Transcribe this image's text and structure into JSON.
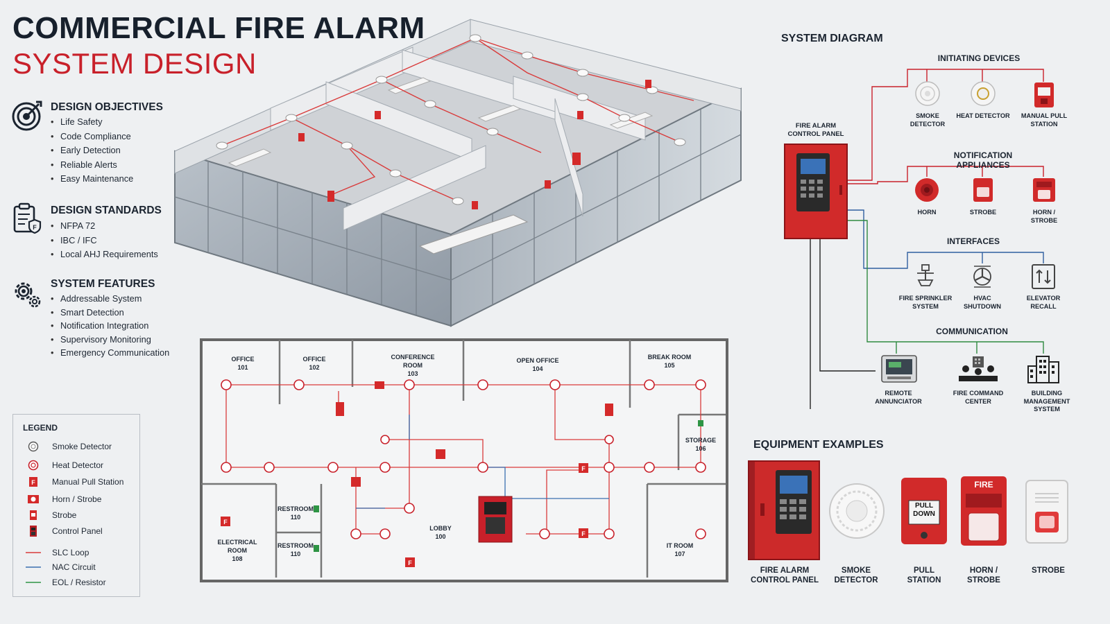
{
  "header": {
    "title_line1": "COMMERCIAL FIRE ALARM",
    "title_line2": "SYSTEM DESIGN"
  },
  "sections": [
    {
      "heading": "DESIGN OBJECTIVES",
      "icon": "target-icon",
      "items": [
        "Life Safety",
        "Code Compliance",
        "Early Detection",
        "Reliable Alerts",
        "Easy Maintenance"
      ]
    },
    {
      "heading": "DESIGN STANDARDS",
      "icon": "clipboard-icon",
      "items": [
        "NFPA 72",
        "IBC / IFC",
        "Local AHJ Requirements"
      ]
    },
    {
      "heading": "SYSTEM FEATURES",
      "icon": "gears-icon",
      "items": [
        "Addressable System",
        "Smart Detection",
        "Notification Integration",
        "Supervisory Monitoring",
        "Emergency Communication"
      ]
    }
  ],
  "legend": {
    "heading": "LEGEND",
    "items": [
      {
        "label": "Smoke Detector",
        "icon": "smoke-detector-icon"
      },
      {
        "label": "Heat Detector",
        "icon": "heat-detector-icon"
      },
      {
        "label": "Manual Pull Station",
        "icon": "pull-station-icon"
      },
      {
        "label": "Horn / Strobe",
        "icon": "horn-strobe-icon"
      },
      {
        "label": "Strobe",
        "icon": "strobe-icon"
      },
      {
        "label": "Control Panel",
        "icon": "control-panel-icon"
      },
      {
        "label": "SLC Loop",
        "icon": "slc-line-icon",
        "color": "#d93a3a"
      },
      {
        "label": "NAC Circuit",
        "icon": "nac-line-icon",
        "color": "#3a6fb0"
      },
      {
        "label": "EOL / Resistor",
        "icon": "eol-line-icon",
        "color": "#2e9444"
      }
    ]
  },
  "floor_plan": {
    "rooms": [
      {
        "name": "OFFICE",
        "number": "101"
      },
      {
        "name": "OFFICE",
        "number": "102"
      },
      {
        "name": "CONFERENCE ROOM",
        "number": "103"
      },
      {
        "name": "OPEN OFFICE",
        "number": "104"
      },
      {
        "name": "BREAK ROOM",
        "number": "105"
      },
      {
        "name": "STORAGE",
        "number": "106"
      },
      {
        "name": "IT ROOM",
        "number": "107"
      },
      {
        "name": "ELECTRICAL ROOM",
        "number": "108"
      },
      {
        "name": "LOBBY",
        "number": "100"
      },
      {
        "name": "RESTROOM",
        "number": "110"
      },
      {
        "name": "RESTROOM",
        "number": "110"
      }
    ]
  },
  "system_diagram": {
    "heading": "SYSTEM DIAGRAM",
    "panel_label": "FIRE ALARM CONTROL PANEL",
    "groups": [
      {
        "heading": "INITIATING DEVICES",
        "color": "#c8202a",
        "devices": [
          {
            "label": "SMOKE DETECTOR",
            "icon": "smoke-detector-icon"
          },
          {
            "label": "HEAT DETECTOR",
            "icon": "heat-detector-icon"
          },
          {
            "label": "MANUAL PULL STATION",
            "icon": "pull-station-icon"
          }
        ]
      },
      {
        "heading": "NOTIFICATION APPLIANCES",
        "color": "#c8202a",
        "devices": [
          {
            "label": "HORN",
            "icon": "horn-icon"
          },
          {
            "label": "STROBE",
            "icon": "strobe-icon"
          },
          {
            "label": "HORN / STROBE",
            "icon": "horn-strobe-icon"
          }
        ]
      },
      {
        "heading": "INTERFACES",
        "color": "#2f5fa0",
        "devices": [
          {
            "label": "FIRE SPRINKLER SYSTEM",
            "icon": "sprinkler-icon"
          },
          {
            "label": "HVAC SHUTDOWN",
            "icon": "hvac-fan-icon"
          },
          {
            "label": "ELEVATOR RECALL",
            "icon": "elevator-icon"
          }
        ]
      },
      {
        "heading": "COMMUNICATION",
        "color": "#2e8a40",
        "devices": [
          {
            "label": "REMOTE ANNUNCIATOR",
            "icon": "annunciator-icon"
          },
          {
            "label": "FIRE COMMAND CENTER",
            "icon": "command-center-icon"
          },
          {
            "label": "BUILDING MANAGEMENT SYSTEM",
            "icon": "building-icon"
          }
        ]
      }
    ]
  },
  "equipment": {
    "heading": "EQUIPMENT EXAMPLES",
    "items": [
      {
        "label": "FIRE ALARM CONTROL PANEL",
        "icon": "control-panel-icon"
      },
      {
        "label": "SMOKE DETECTOR",
        "icon": "smoke-detector-icon"
      },
      {
        "label": "PULL STATION",
        "icon": "pull-station-icon",
        "device_text": "PULL DOWN"
      },
      {
        "label": "HORN / STROBE",
        "icon": "horn-strobe-icon",
        "device_text": "FIRE"
      },
      {
        "label": "STROBE",
        "icon": "strobe-icon"
      }
    ]
  },
  "colors": {
    "accent_red": "#c8202a",
    "slc": "#d93a3a",
    "nac": "#3a6fb0",
    "eol": "#2e9444",
    "dark": "#17202c"
  }
}
